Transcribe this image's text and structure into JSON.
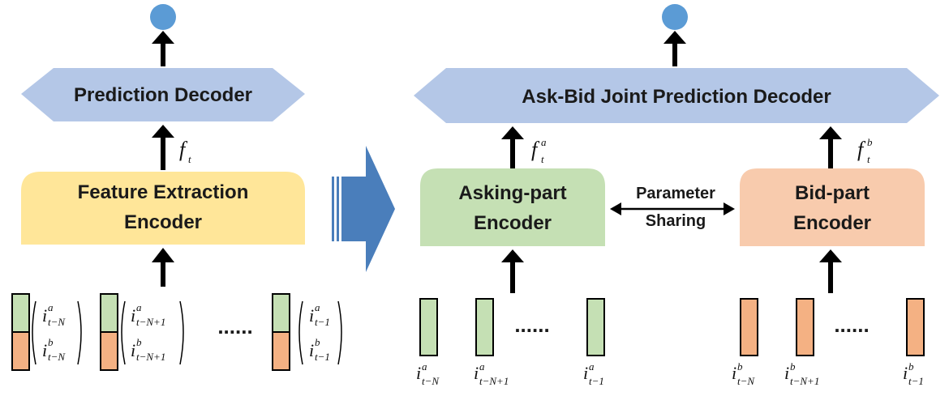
{
  "left_panel": {
    "decoder_label": "Prediction Decoder",
    "encoder_label_line1": "Feature Extraction",
    "encoder_label_line2": "Encoder",
    "feature_symbol": "f",
    "feature_sub": "t",
    "ellipsis": "......",
    "vectors": [
      {
        "a_main": "i",
        "a_sup": "a",
        "a_sub": "t−N",
        "b_main": "i",
        "b_sup": "b",
        "b_sub": "t−N"
      },
      {
        "a_main": "i",
        "a_sup": "a",
        "a_sub": "t−N+1",
        "b_main": "i",
        "b_sup": "b",
        "b_sub": "t−N+1"
      },
      {
        "a_main": "i",
        "a_sup": "a",
        "a_sub": "t−1",
        "b_main": "i",
        "b_sup": "b",
        "b_sub": "t−1"
      }
    ]
  },
  "right_panel": {
    "decoder_label": "Ask-Bid Joint Prediction Decoder",
    "ask_encoder_line1": "Asking-part",
    "ask_encoder_line2": "Encoder",
    "bid_encoder_line1": "Bid-part",
    "bid_encoder_line2": "Encoder",
    "sharing_line1": "Parameter",
    "sharing_line2": "Sharing",
    "ask_feature": {
      "main": "f",
      "sup": "a",
      "sub": "t"
    },
    "bid_feature": {
      "main": "f",
      "sup": "b",
      "sub": "t"
    },
    "ellipsis": "......",
    "ask_inputs": [
      {
        "main": "i",
        "sup": "a",
        "sub": "t−N"
      },
      {
        "main": "i",
        "sup": "a",
        "sub": "t−N+1"
      },
      {
        "main": "i",
        "sup": "a",
        "sub": "t−1"
      }
    ],
    "bid_inputs": [
      {
        "main": "i",
        "sup": "b",
        "sub": "t−N"
      },
      {
        "main": "i",
        "sup": "b",
        "sub": "t−N+1"
      },
      {
        "main": "i",
        "sup": "b",
        "sub": "t−1"
      }
    ]
  },
  "colors": {
    "decoder_fill": "#b4c7e7",
    "output_node": "#5b9bd5",
    "feature_encoder": "#ffe699",
    "ask_fill": "#c5e0b4",
    "bid_fill": "#f8cbad",
    "ask_bar": "#c5e0b4",
    "bid_bar": "#f4b183",
    "transition_arrow": "#4a7ebb"
  }
}
